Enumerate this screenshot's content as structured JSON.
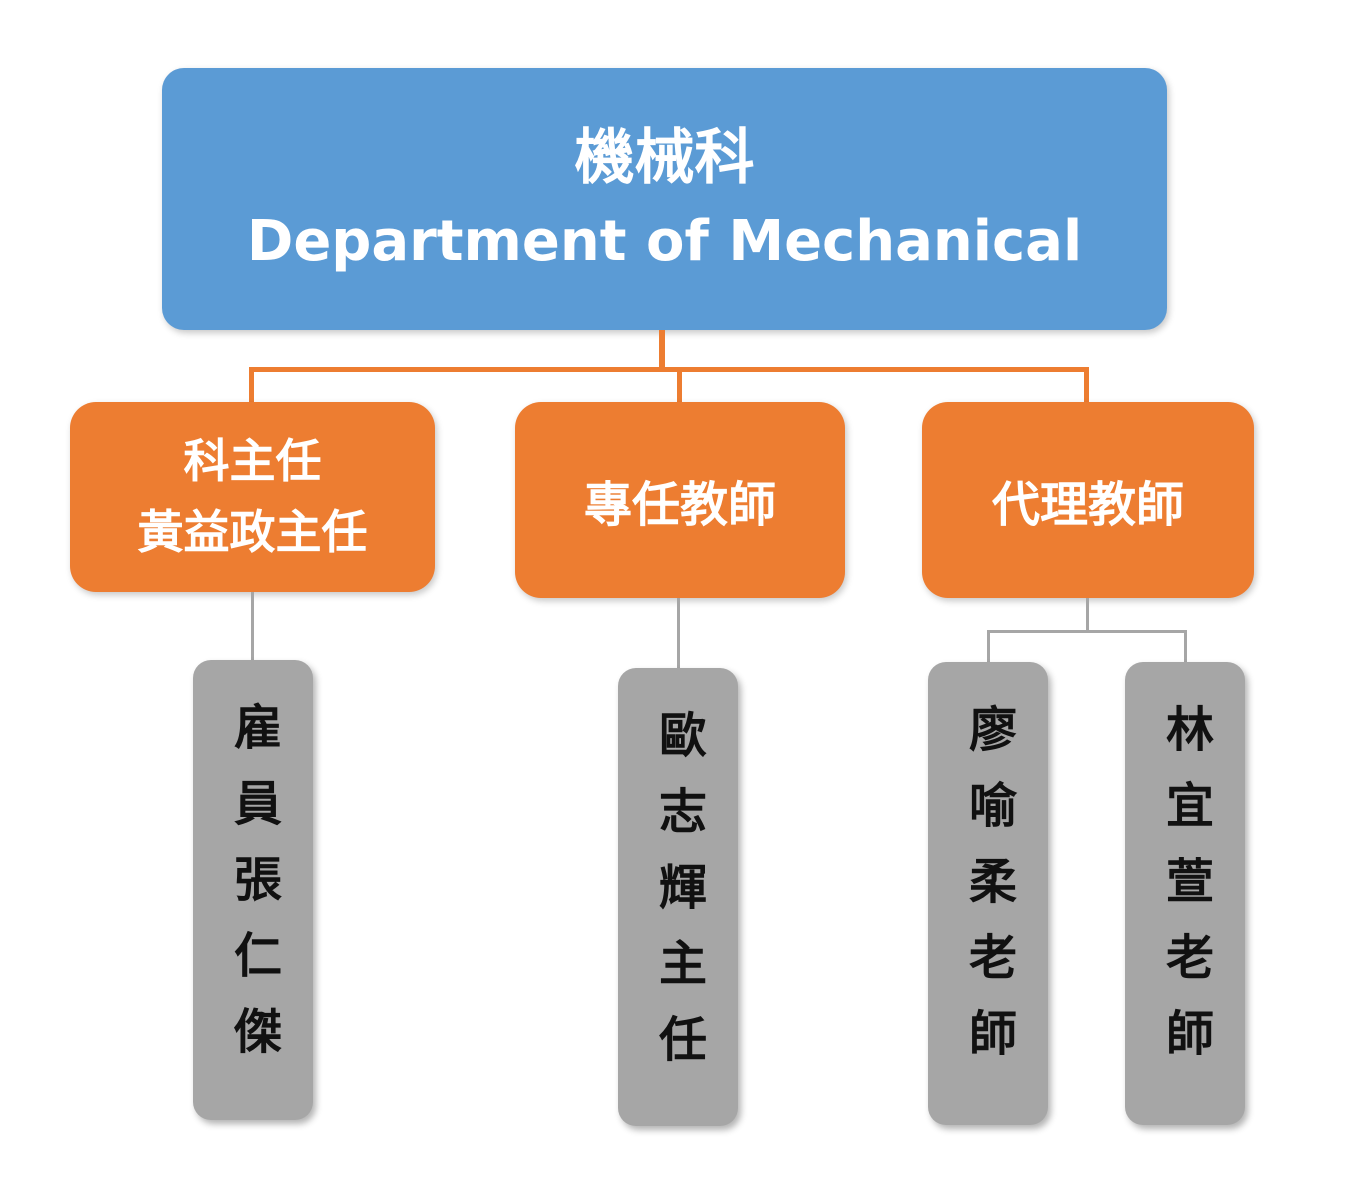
{
  "colors": {
    "blue": "#5B9BD5",
    "orange": "#ED7D31",
    "gray": "#A6A6A6",
    "line_gray": "#A6A6A6"
  },
  "root": {
    "title_zh": "機械科",
    "title_en": "Department of Mechanical"
  },
  "managers": [
    {
      "line1": "科主任",
      "line2": "黃益政主任"
    },
    {
      "label": "專任教師"
    },
    {
      "label": "代理教師"
    }
  ],
  "members": [
    {
      "name": "雇員張仁傑"
    },
    {
      "name": "歐志輝主任"
    },
    {
      "name": "廖喻柔老師"
    },
    {
      "name": "林宜萱老師"
    }
  ]
}
